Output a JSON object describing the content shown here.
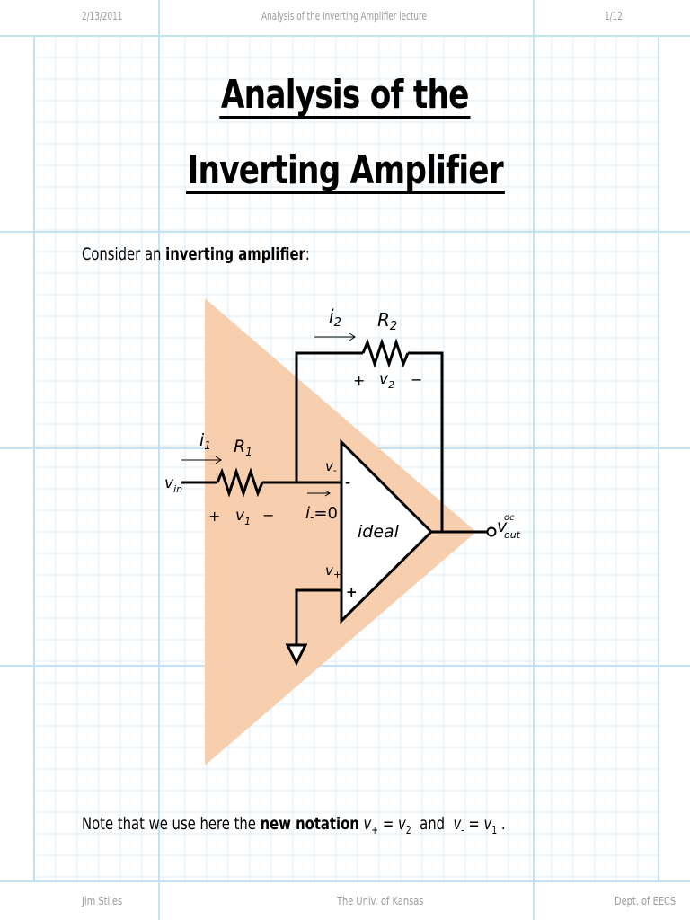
{
  "header": {
    "date": "2/13/2011",
    "doc_title": "Analysis of the Inverting Amplifier lecture",
    "page": "1/12"
  },
  "title": {
    "line1": "Analysis of the",
    "line2": "Inverting Amplifier"
  },
  "intro": {
    "prefix": "Consider an ",
    "bold": "inverting amplifier",
    "suffix": ":"
  },
  "circuit": {
    "i2": "i",
    "i2_sub": "2",
    "r2": "R",
    "r2_sub": "2",
    "v2_plus": "+",
    "v2": "v",
    "v2_sub": "2",
    "v2_minus": "−",
    "i1": "i",
    "i1_sub": "1",
    "r1": "R",
    "r1_sub": "1",
    "vin": "v",
    "vin_sub": "in",
    "v1_plus": "+",
    "v1": "v",
    "v1_sub": "1",
    "v1_minus": "−",
    "vminus": "v",
    "vminus_sub": "-",
    "vplus": "v",
    "vplus_sub": "+",
    "i_minus": "i",
    "i_minus_sub": "-",
    "i_minus_val": "=0",
    "minus_terminal": "-",
    "plus_terminal": "+",
    "opamp_label": "ideal",
    "vout": "v",
    "vout_sup": "oc",
    "vout_sub": "out"
  },
  "note": {
    "prefix": "Note that we use here the ",
    "bold": "new notation",
    "eq1_v": "v",
    "eq1_sub": "+",
    "eq1_mid": " = ",
    "eq1_v2": "v",
    "eq1_sub2": "2",
    "and": "  and  ",
    "eq2_v": "v",
    "eq2_sub": "-",
    "eq2_mid": " = ",
    "eq2_v2": "v",
    "eq2_sub2": "1",
    "end": " ."
  },
  "footer": {
    "author": "Jim Stiles",
    "univ": "The Univ. of Kansas",
    "dept": "Dept. of EECS"
  },
  "colors": {
    "grid_minor": "#d6ecf8",
    "grid_major": "#bfe0f4",
    "triangle": "#f8cfae"
  }
}
